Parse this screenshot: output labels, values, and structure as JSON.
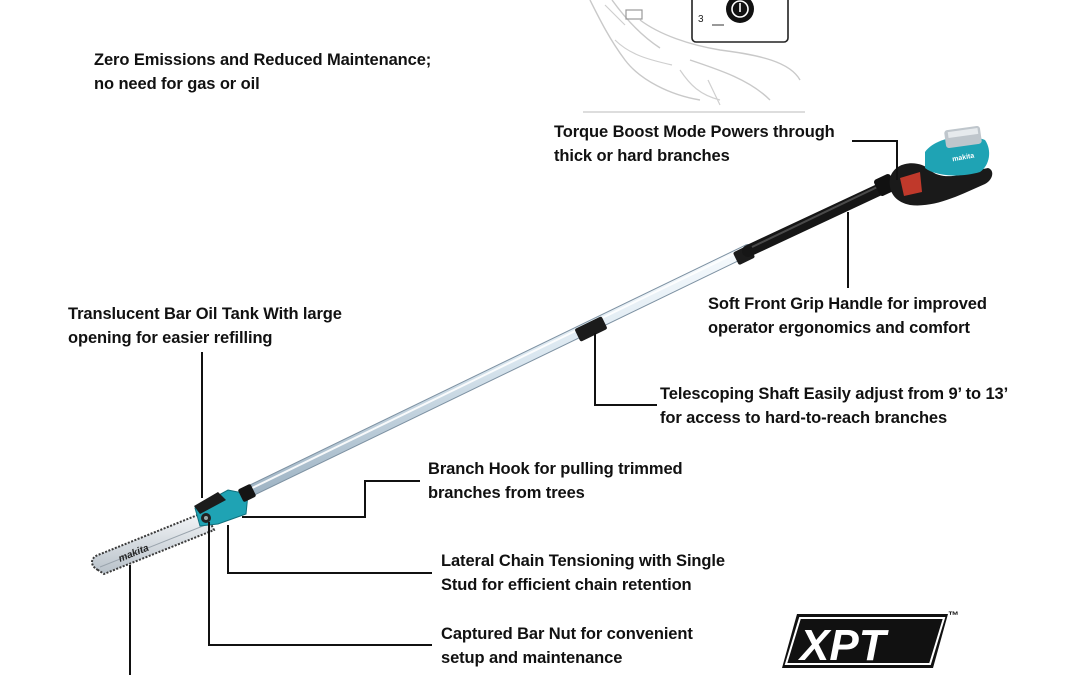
{
  "callouts": {
    "zero_emissions": [
      "Zero Emissions and Reduced Maintenance;",
      "no need for gas or oil"
    ],
    "torque_boost": [
      "Torque Boost Mode Powers through",
      "thick or hard branches"
    ],
    "front_grip": [
      "Soft Front Grip Handle for improved",
      "operator ergonomics and comfort"
    ],
    "oil_tank": [
      "Translucent Bar Oil Tank With large",
      "opening for easier refilling"
    ],
    "telescoping": [
      "Telescoping Shaft Easily adjust from 9’ to 13’",
      "for access to hard-to-reach branches"
    ],
    "branch_hook": [
      "Branch Hook for pulling trimmed",
      "branches from trees"
    ],
    "chain_tension": [
      "Lateral Chain Tensioning with Single",
      "Stud for efficient chain retention"
    ],
    "bar_nut": [
      "Captured Bar Nut for convenient",
      "setup and maintenance"
    ]
  },
  "inset": {
    "step_number": "3",
    "icon": "power-button-icon"
  },
  "brand": {
    "bar_logo": "makita",
    "motor_logo": "makita",
    "xpt_logo": "XPT",
    "trademark": "™"
  },
  "colors": {
    "tool_teal": "#1fa3b4",
    "shaft_silver": "#dfe9f1",
    "text": "#111111",
    "leader_lines": "#111111"
  }
}
